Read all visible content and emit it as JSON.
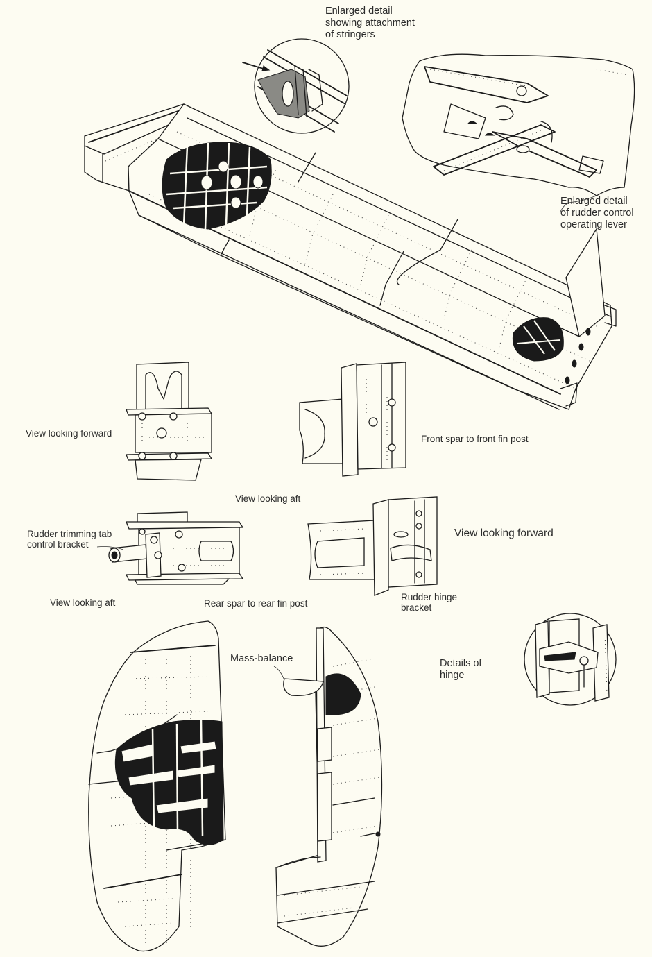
{
  "figure": {
    "background_color": "#fdfcf2",
    "ink_color": "#1c1c1c"
  },
  "labels": {
    "stringers_detail": "Enlarged detail\nshowing attachment\nof stringers",
    "stringers_detail_lines": [
      "Enlarged detail",
      "showing attachment",
      "of stringers"
    ],
    "rudder_lever_detail_lines": [
      "Enlarged detail",
      "of rudder control",
      "operating lever"
    ],
    "view_forward_1": "View looking forward",
    "front_spar": "Front spar to front fin post",
    "view_aft_1": "View looking aft",
    "trim_tab_bracket_lines": [
      "Rudder trimming tab",
      "control bracket"
    ],
    "view_forward_2": "View looking forward",
    "view_aft_2": "View looking aft",
    "rear_spar": "Rear spar to rear fin post",
    "hinge_bracket_lines": [
      "Rudder hinge",
      "bracket"
    ],
    "mass_balance": "Mass-balance",
    "hinge_details_lines": [
      "Details of",
      "hinge"
    ]
  },
  "drawings": [
    "tailplane-assembly",
    "stringer-attachment-detail",
    "rudder-lever-detail",
    "front-spar-joint-forward",
    "front-spar-joint-aft",
    "rear-spar-joint-aft",
    "rear-spar-joint-forward",
    "hinge-detail",
    "fin-structure",
    "rudder-structure"
  ]
}
